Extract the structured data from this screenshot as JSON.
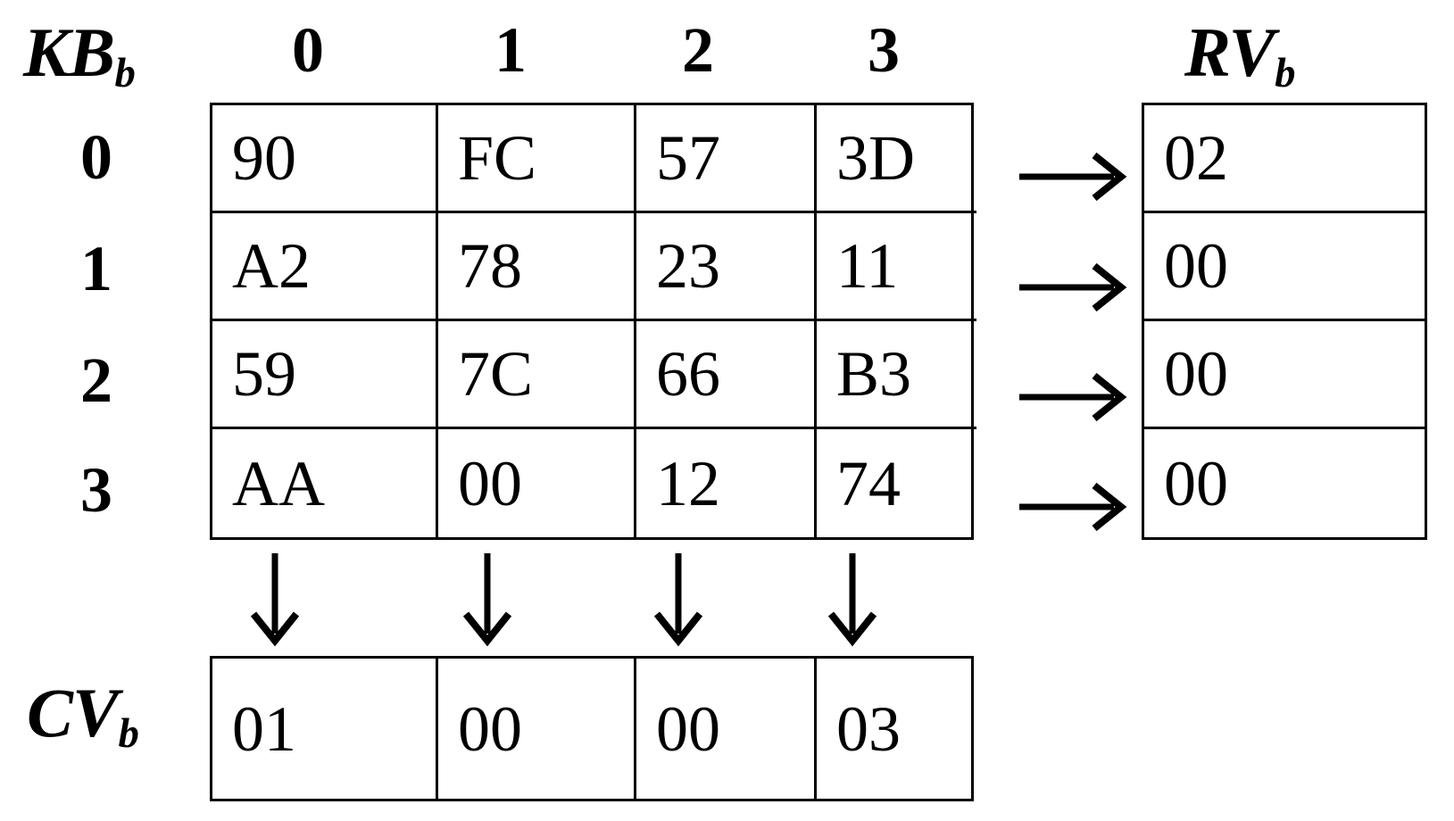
{
  "figure": {
    "kb_label": {
      "base": "KB",
      "sub": "b"
    },
    "rv_label": {
      "base": "RV",
      "sub": "b"
    },
    "cv_label": {
      "base": "CV",
      "sub": "b"
    },
    "column_headers": [
      "0",
      "1",
      "2",
      "3"
    ],
    "row_headers": [
      "0",
      "1",
      "2",
      "3"
    ],
    "kb_matrix": [
      [
        "90",
        "FC",
        "57",
        "3D"
      ],
      [
        "A2",
        "78",
        "23",
        "11"
      ],
      [
        "59",
        "7C",
        "66",
        "B3"
      ],
      [
        "AA",
        "00",
        "12",
        "74"
      ]
    ],
    "rv_column": [
      "02",
      "00",
      "00",
      "00"
    ],
    "cv_row": [
      "01",
      "00",
      "00",
      "03"
    ],
    "row_arrow_icon": "arrow-right-icon",
    "column_arrow_icon": "arrow-down-icon",
    "colors": {
      "ink": "#000000",
      "background": "#ffffff"
    }
  }
}
